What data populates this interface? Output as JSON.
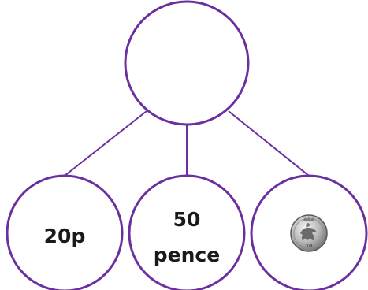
{
  "diagram": {
    "type": "part-whole model",
    "top": {
      "label": ""
    },
    "parts": [
      {
        "label": "20p"
      },
      {
        "label_line1": "50",
        "label_line2": "pence"
      },
      {
        "icon": "10p-coin-icon",
        "label": "10"
      }
    ]
  },
  "colors": {
    "outline": "#6b2fa0",
    "text": "#1a1a1a",
    "coin_silver": "#c9c9c9"
  }
}
